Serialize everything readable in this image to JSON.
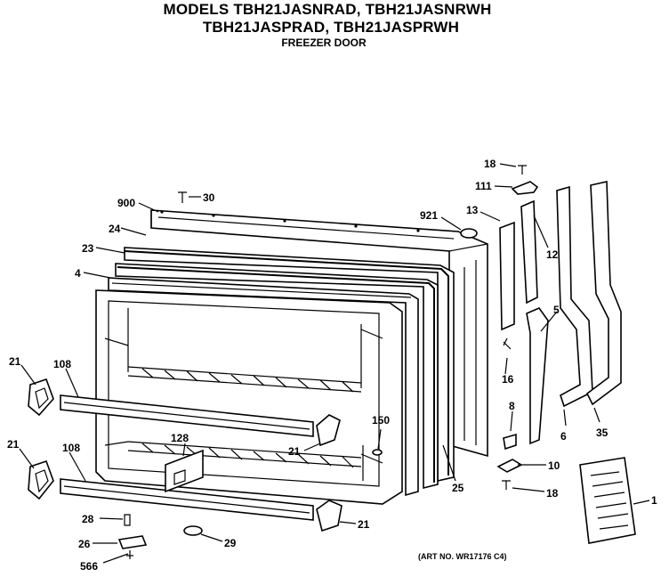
{
  "header": {
    "title_line1": "MODELS TBH21JASNRAD, TBH21JASNRWH",
    "title_line2": "TBH21JASPRAD, TBH21JASPRWH",
    "subtitle": "FREEZER DOOR"
  },
  "footer": {
    "art_no": "(ART NO. WR17176 C4)"
  },
  "callouts": [
    {
      "id": "c900",
      "label": "900"
    },
    {
      "id": "c30",
      "label": "30"
    },
    {
      "id": "c24",
      "label": "24"
    },
    {
      "id": "c23",
      "label": "23"
    },
    {
      "id": "c4",
      "label": "4"
    },
    {
      "id": "c21a",
      "label": "21"
    },
    {
      "id": "c108a",
      "label": "108"
    },
    {
      "id": "c21b",
      "label": "21"
    },
    {
      "id": "c108b",
      "label": "108"
    },
    {
      "id": "c28",
      "label": "28"
    },
    {
      "id": "c26",
      "label": "26"
    },
    {
      "id": "c566",
      "label": "566"
    },
    {
      "id": "c29",
      "label": "29"
    },
    {
      "id": "c21c",
      "label": "21"
    },
    {
      "id": "c128",
      "label": "128"
    },
    {
      "id": "c21d",
      "label": "21"
    },
    {
      "id": "c150",
      "label": "150"
    },
    {
      "id": "c25",
      "label": "25"
    },
    {
      "id": "c921",
      "label": "921"
    },
    {
      "id": "c13",
      "label": "13"
    },
    {
      "id": "c18a",
      "label": "18"
    },
    {
      "id": "c111",
      "label": "111"
    },
    {
      "id": "c12",
      "label": "12"
    },
    {
      "id": "c5",
      "label": "5"
    },
    {
      "id": "c16",
      "label": "16"
    },
    {
      "id": "c8",
      "label": "8"
    },
    {
      "id": "c10",
      "label": "10"
    },
    {
      "id": "c18b",
      "label": "18"
    },
    {
      "id": "c6",
      "label": "6"
    },
    {
      "id": "c35",
      "label": "35"
    },
    {
      "id": "c1",
      "label": "1"
    }
  ]
}
